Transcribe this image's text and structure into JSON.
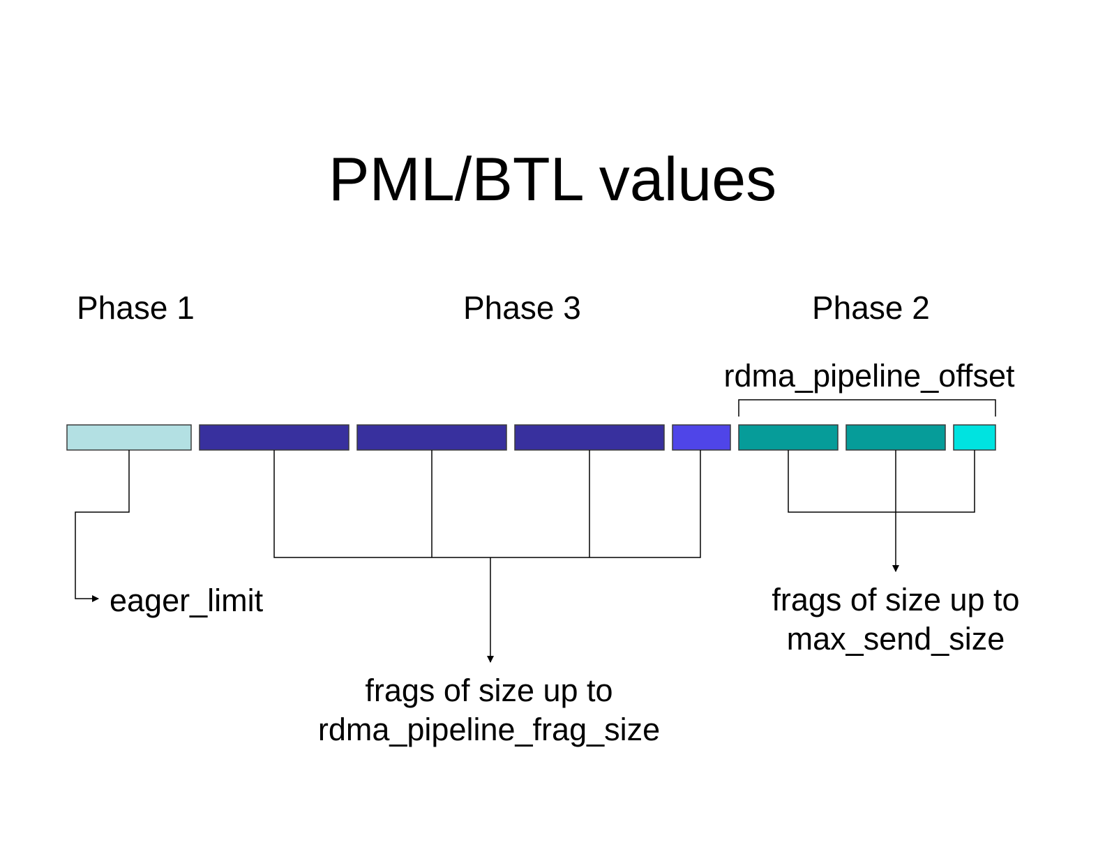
{
  "title": "PML/BTL values",
  "phases": {
    "phase1": "Phase 1",
    "phase3": "Phase 3",
    "phase2": "Phase 2"
  },
  "labels": {
    "rdma_pipeline_offset": "rdma_pipeline_offset",
    "eager_limit": "eager_limit",
    "frag_desc_line1": "frags of size up to",
    "frag_desc_line2": "rdma_pipeline_frag_size",
    "send_desc_line1": "frags of size up to",
    "send_desc_line2": "max_send_size"
  },
  "colors": {
    "eager_segment": "#b3e0e3",
    "phase3_segment": "#38309e",
    "phase3_last_segment": "#4f45e8",
    "phase2_segment": "#069c99",
    "phase2_last_segment": "#00e3e0",
    "line": "#000000"
  }
}
